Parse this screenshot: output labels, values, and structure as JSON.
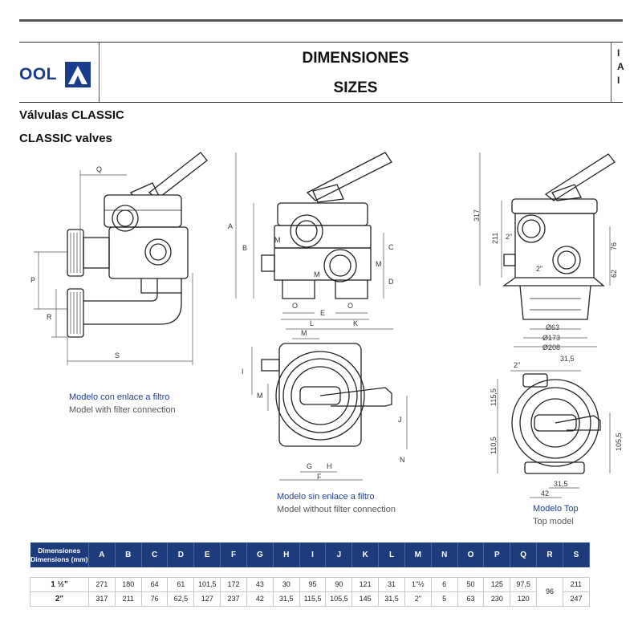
{
  "header": {
    "logo_text": "OOL",
    "title_es": "DIMENSIONES",
    "title_en": "SIZES",
    "right_letters": [
      "I",
      "A",
      "I"
    ]
  },
  "subtitle_es": "Válvulas CLASSIC",
  "subtitle_en": "CLASSIC valves",
  "captions": {
    "filter_es": "Modelo con enlace a filtro",
    "filter_en": "Model with filter connection",
    "nofilter_es": "Modelo sin enlace a filtro",
    "nofilter_en": "Model without filter connection",
    "top_es": "Modelo Top",
    "top_en": "Top model"
  },
  "drawing_labels": {
    "side": {
      "q": "Q",
      "p": "P",
      "r": "R",
      "s": "S"
    },
    "front": {
      "a": "A",
      "b": "B",
      "c": "C",
      "d": "D",
      "m1": "M",
      "m2": "M",
      "m3": "M",
      "o1": "O",
      "o2": "O",
      "e": "E"
    },
    "top_view": {
      "l": "L",
      "k": "K",
      "m1": "M",
      "i": "I",
      "m2": "M",
      "j": "J",
      "n": "N",
      "g": "G",
      "h": "H",
      "f": "F"
    },
    "top_model_side": {
      "h317": "317",
      "h211": "211",
      "p2a": "2\"",
      "p2b": "2\"",
      "d76": "76",
      "d62": "62",
      "o63": "Ø63",
      "o173": "Ø173",
      "o208": "Ø208"
    },
    "top_model_plan": {
      "p2": "2\"",
      "d315a": "31,5",
      "d1155": "115,5",
      "d1105": "110,5",
      "d1055": "105,5",
      "d315b": "31,5",
      "d42": "42"
    }
  },
  "table": {
    "header_label_line1": "Dimensiones",
    "header_label_line2": "Dimensions (mm)",
    "columns": [
      "A",
      "B",
      "C",
      "D",
      "E",
      "F",
      "G",
      "H",
      "I",
      "J",
      "K",
      "L",
      "M",
      "N",
      "O",
      "P",
      "Q",
      "R",
      "S"
    ],
    "rows": [
      {
        "size": "1 ½\"",
        "values": [
          "271",
          "180",
          "64",
          "61",
          "101,5",
          "172",
          "43",
          "30",
          "95",
          "90",
          "121",
          "31",
          "1\"½",
          "6",
          "50",
          "125",
          "97,5",
          "211"
        ]
      },
      {
        "size": "2\"",
        "values": [
          "317",
          "211",
          "76",
          "62,5",
          "127",
          "237",
          "42",
          "31,5",
          "115,5",
          "105,5",
          "145",
          "31,5",
          "2\"",
          "5",
          "63",
          "230",
          "120",
          "247"
        ]
      }
    ],
    "r_merged": "96"
  },
  "colors": {
    "brand_blue": "#1d3c7c",
    "caption_blue": "#1f3f8f"
  }
}
